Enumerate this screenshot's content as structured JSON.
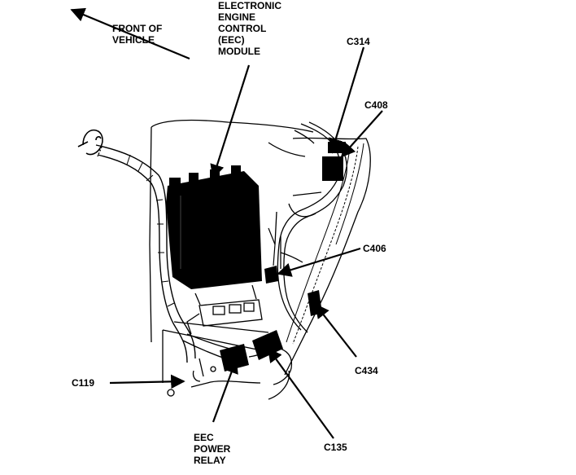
{
  "diagram": {
    "orientation_label": [
      "FRONT OF",
      "VEHICLE"
    ],
    "eec_module_label": [
      "ELECTRONIC",
      "ENGINE",
      "CONTROL",
      "(EEC)",
      "MODULE"
    ],
    "eec_relay_label": [
      "EEC",
      "POWER",
      "RELAY"
    ],
    "connectors": {
      "c314": "C314",
      "c408": "C408",
      "c406": "C406",
      "c434": "C434",
      "c119": "C119",
      "c135": "C135"
    },
    "colors": {
      "ink": "#000000",
      "paper": "#ffffff",
      "module_fill": "#000000"
    }
  }
}
